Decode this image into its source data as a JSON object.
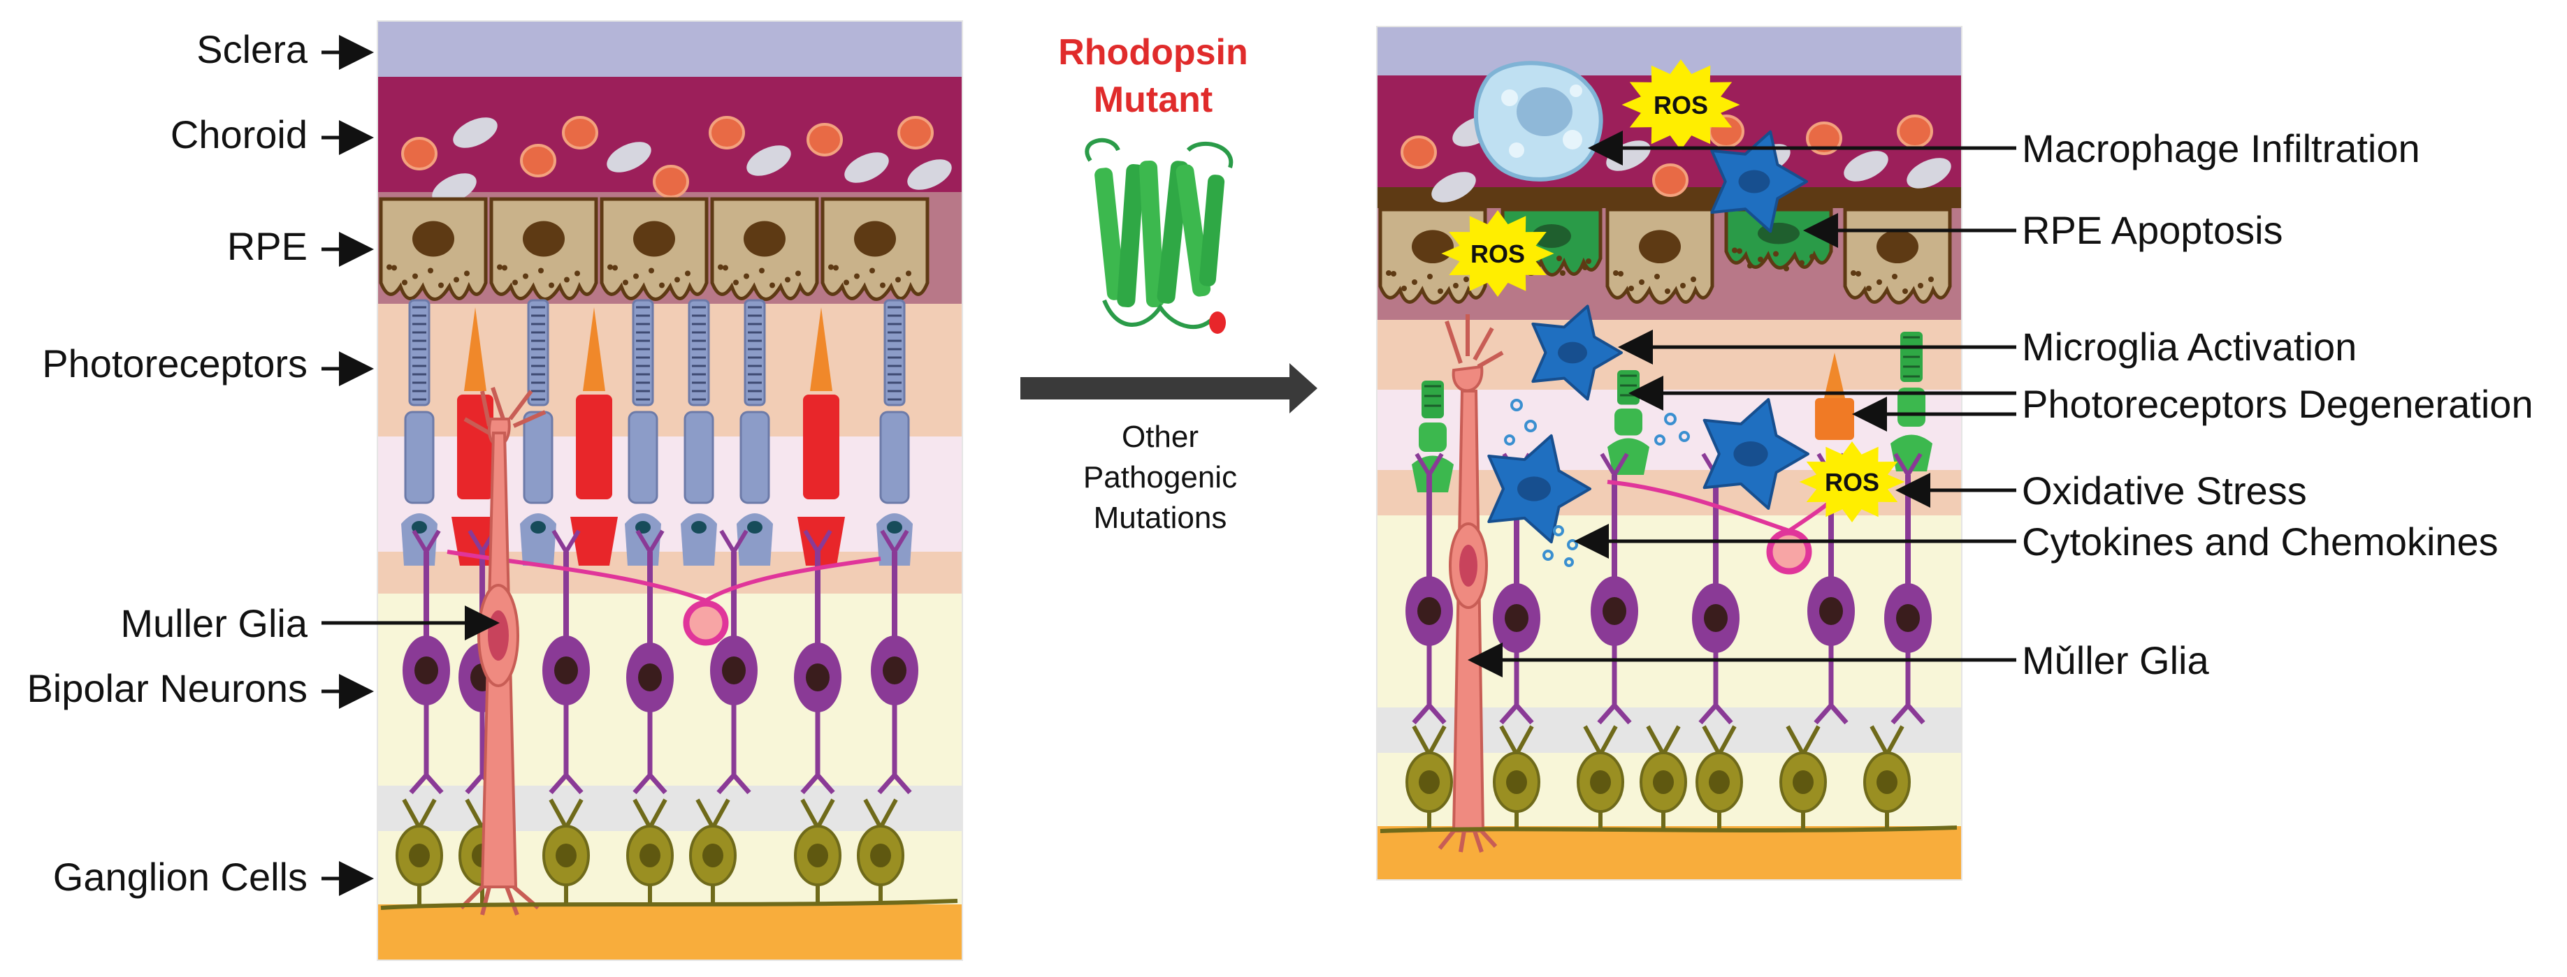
{
  "left_panel": {
    "labels": {
      "sclera": "Sclera",
      "choroid": "Choroid",
      "rpe": "RPE",
      "photoreceptors": "Photoreceptors",
      "muller_glia": "Muller Glia",
      "bipolar_neurons": "Bipolar Neurons",
      "ganglion_cells": "Ganglion Cells"
    }
  },
  "center": {
    "title_line1": "Rhodopsin",
    "title_line2": "Mutant",
    "caption_line1": "Other",
    "caption_line2": "Pathogenic",
    "caption_line3": "Mutations"
  },
  "right_panel": {
    "ros_label": "ROS",
    "labels": {
      "macrophage": "Macrophage Infiltration",
      "rpe_apoptosis": "RPE Apoptosis",
      "microglia": "Microglia Activation",
      "photoreceptor_degeneration": "Photoreceptors Degeneration",
      "oxidative_stress": "Oxidative Stress",
      "cytokines": "Cytokines and Chemokines",
      "muller_glia": "Mǔller Glia"
    }
  },
  "colors": {
    "sclera": "#b4b5d8",
    "choroid": "#9c1f5a",
    "rpe_cell": "#c9b28a",
    "rod": "#8c9cc8",
    "cone": "#e8262a",
    "bipolar": "#8a3a96",
    "ganglion": "#9a8f22",
    "muller": "#ef8a80",
    "microglia": "#1f6fc0",
    "apoptotic_rpe": "#2a9b48",
    "ros_burst": "#ffee00",
    "title_red": "#e02b2b"
  }
}
